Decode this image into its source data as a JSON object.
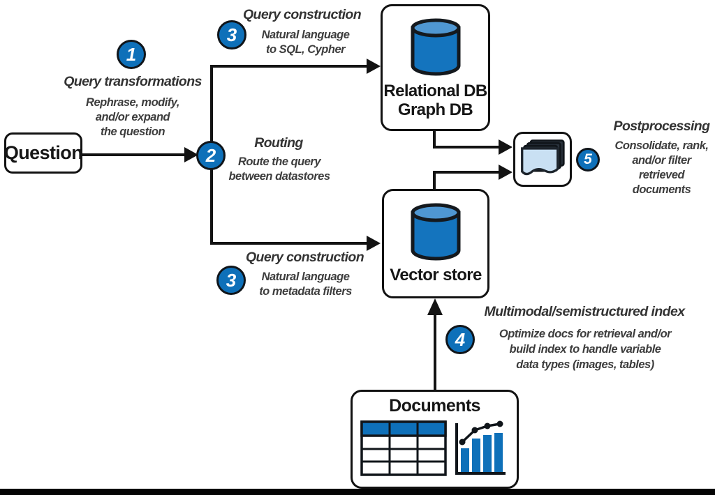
{
  "diagram": {
    "nodes": {
      "question": {
        "label": "Question"
      },
      "relational_db": {
        "label": "Relational DB\nGraph DB",
        "icon": "database-cylinder-icon"
      },
      "vector_store": {
        "label": "Vector store",
        "icon": "database-cylinder-icon"
      },
      "retrieved_documents": {
        "icon": "document-stack-icon"
      },
      "documents": {
        "label": "Documents",
        "icons": [
          "table-icon",
          "bar-chart-icon"
        ]
      }
    },
    "steps": [
      {
        "number": "1",
        "title": "Query transformations",
        "description": "Rephrase, modify,\nand/or expand\nthe question"
      },
      {
        "number": "2",
        "title": "Routing",
        "description": "Route the query\nbetween datastores"
      },
      {
        "number": "3",
        "title": "Query construction",
        "description": "Natural language\nto SQL, Cypher"
      },
      {
        "number": "3",
        "title": "Query construction",
        "description": "Natural language\nto metadata filters"
      },
      {
        "number": "4",
        "title": "Multimodal/semistructured index",
        "description": "Optimize docs for retrieval and/or\nbuild index to handle variable\ndata types (images, tables)"
      },
      {
        "number": "5",
        "title": "Postprocessing",
        "description": "Consolidate, rank,\nand/or filter\nretrieved\ndocuments"
      }
    ],
    "colors": {
      "accent_blue": "#0E70B9",
      "cylinder_top_blue": "#4F97D2",
      "document_page_blue": "#C9E0F3",
      "line_black": "#131313"
    }
  }
}
